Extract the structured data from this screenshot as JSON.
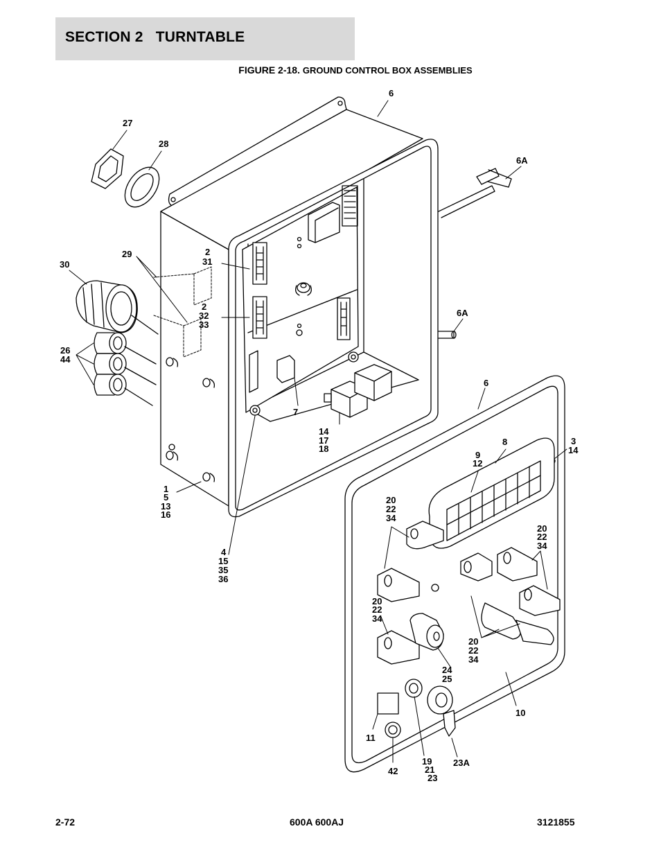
{
  "header": {
    "section": "SECTION 2",
    "title": "TURNTABLE",
    "bg_color": "#d9d9d9"
  },
  "figure": {
    "number": "FIGURE 2-18.",
    "caption": "GROUND CONTROL BOX ASSEMBLIES"
  },
  "callouts": {
    "c_6_top": "6",
    "c_27": "27",
    "c_28": "28",
    "c_6a_top": "6A",
    "c_29": "29",
    "c_30": "30",
    "c_2_31": [
      "2",
      "31"
    ],
    "c_2_32_33": [
      "2",
      "32",
      "33"
    ],
    "c_26_44": [
      "26",
      "44"
    ],
    "c_6a_mid": "6A",
    "c_7": "7",
    "c_6_panel": "6",
    "c_14_17_18": [
      "14",
      "17",
      "18"
    ],
    "c_8": "8",
    "c_3_14": [
      "3",
      "14"
    ],
    "c_9_12": [
      "9",
      "12"
    ],
    "c_1_5_13_16": [
      "1",
      "5",
      "13",
      "16"
    ],
    "c_20_22_34_a": [
      "20",
      "22",
      "34"
    ],
    "c_20_22_34_b": [
      "20",
      "22",
      "34"
    ],
    "c_4_15_35_36": [
      "4",
      "15",
      "35",
      "36"
    ],
    "c_20_22_34_c": [
      "20",
      "22",
      "34"
    ],
    "c_20_22_34_d": [
      "20",
      "22",
      "34"
    ],
    "c_24_25": [
      "24",
      "25"
    ],
    "c_10": "10",
    "c_11": "11",
    "c_42": "42",
    "c_19_21_23": [
      "19",
      "21",
      "23"
    ],
    "c_23a": "23A"
  },
  "footer": {
    "page": "2-72",
    "model": "600A 600AJ",
    "doc_number": "3121855"
  }
}
